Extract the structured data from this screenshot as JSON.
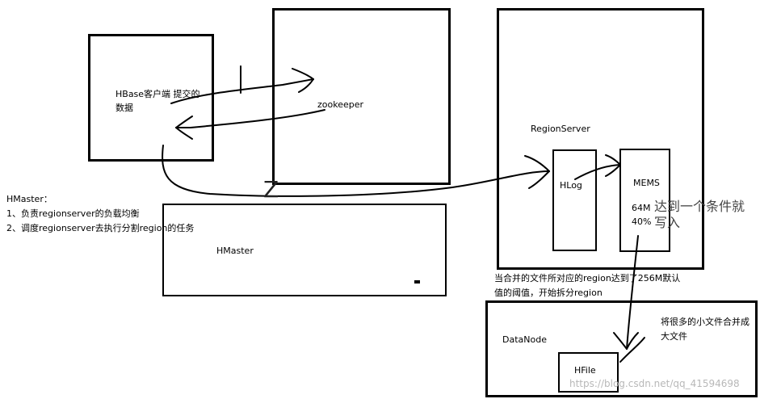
{
  "nodes": {
    "client": {
      "line1": "HBase客户端 提交的",
      "line2": "数据"
    },
    "zookeeper": {
      "label": "zookeeper"
    },
    "regionserver": {
      "label": "RegionServer"
    },
    "hlog": {
      "label": "HLog"
    },
    "mems": {
      "label": "MEMS",
      "size": "64M",
      "percent": "40%"
    },
    "hmaster": {
      "label": "HMaster"
    },
    "datanode": {
      "label": "DataNode"
    },
    "hfile": {
      "label": "HFile"
    }
  },
  "notes": {
    "hmaster_title": "HMaster：",
    "hmaster_duty1": "1、负责regionserver的负载均衡",
    "hmaster_duty2": "2、调度regionserver去执行分割region的任务",
    "split_line1": "当合并的文件所对应的region达到了256M默认",
    "split_line2": "值的阈值，开始拆分region",
    "merge_line1": "将很多的小文件合并成",
    "merge_line2": "大文件",
    "handwritten_line1": "达到一个条件就",
    "handwritten_line2": "写入",
    "z_mark": "Z"
  },
  "watermark": "https://blog.csdn.net/qq_41594698"
}
